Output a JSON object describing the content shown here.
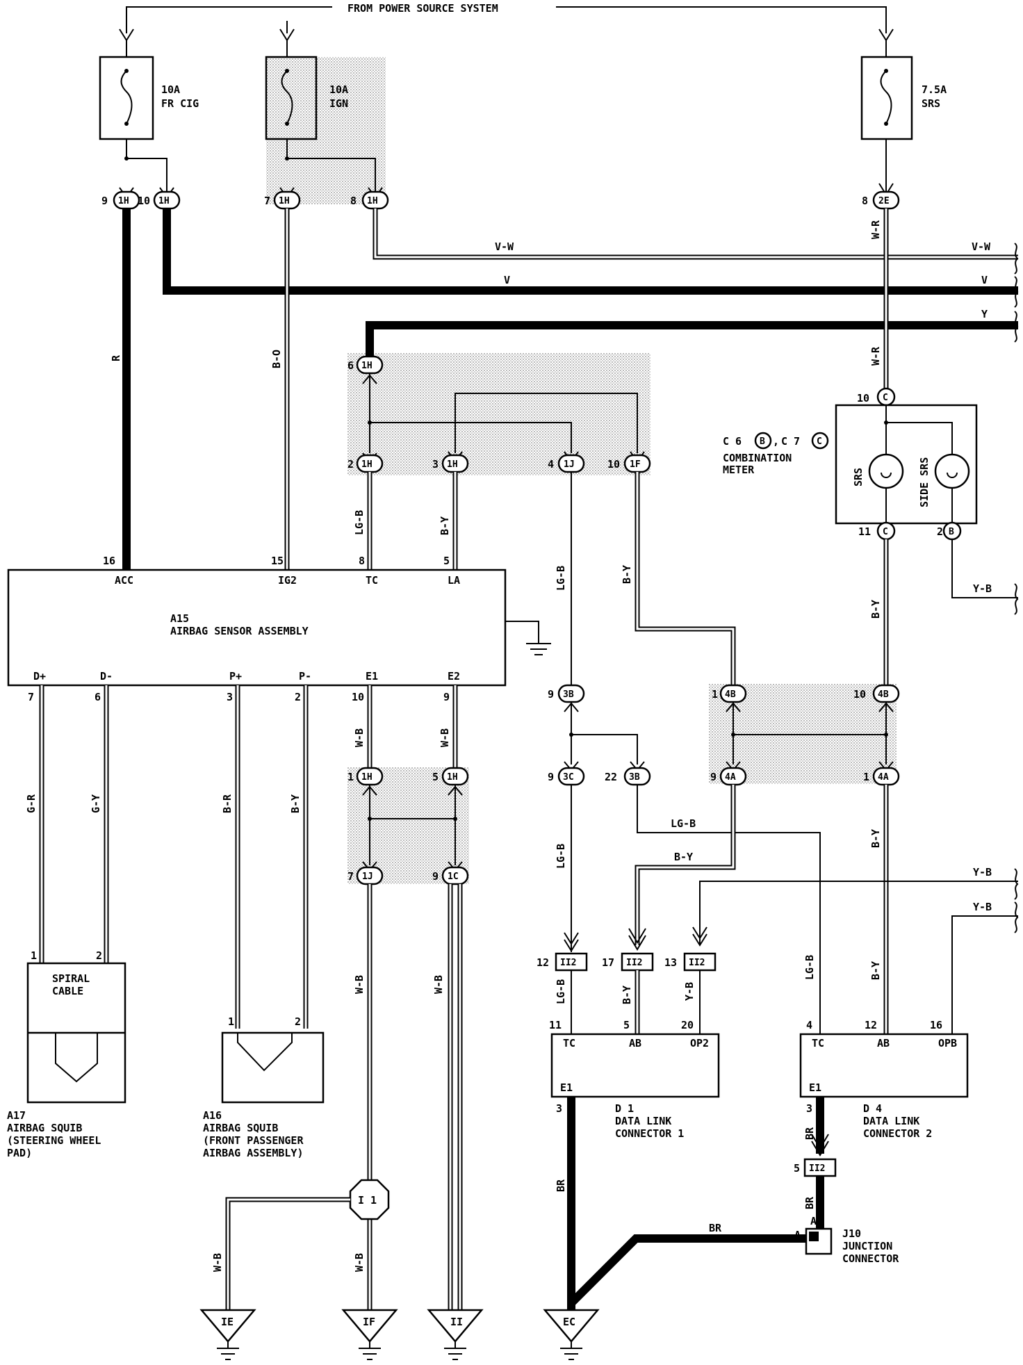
{
  "header": {
    "title": "FROM POWER SOURCE SYSTEM"
  },
  "fuses": [
    {
      "id": "fr-cig",
      "amp": "10A",
      "name": "FR CIG"
    },
    {
      "id": "ign",
      "amp": "10A",
      "name": "IGN"
    },
    {
      "id": "srs",
      "amp": "7.5A",
      "name": "SRS"
    }
  ],
  "wires": {
    "R": "R",
    "V": "V",
    "VW": "V-W",
    "Y": "Y",
    "BO": "B-O",
    "WR": "W-R",
    "LGB": "LG-B",
    "BY": "B-Y",
    "YB": "Y-B",
    "GR": "G-R",
    "GY": "G-Y",
    "BR_": "B-R",
    "WB": "W-B",
    "BR": "BR"
  },
  "junctions": {
    "j1H": "1H",
    "j2E": "2E",
    "j1J": "1J",
    "j1F": "1F",
    "j3B": "3B",
    "j3C": "3C",
    "j4B": "4B",
    "j4A": "4A",
    "j1C": "1C",
    "jC": "C",
    "jB": "B",
    "jII2": "II2",
    "jI1": "I 1"
  },
  "pins": {
    "p1": "1",
    "p2": "2",
    "p3": "3",
    "p4": "4",
    "p5": "5",
    "p6": "6",
    "p7": "7",
    "p8": "8",
    "p9": "9",
    "p10": "10",
    "p11": "11",
    "p12": "12",
    "p13": "13",
    "p15": "15",
    "p16": "16",
    "p17": "17",
    "p20": "20",
    "p22": "22",
    "pA": "A"
  },
  "airbag_sensor": {
    "code": "A15",
    "name": "AIRBAG SENSOR ASSEMBLY",
    "terminals": {
      "acc": "ACC",
      "ig2": "IG2",
      "tc": "TC",
      "la": "LA",
      "dp": "D+",
      "dm": "D-",
      "pp": "P+",
      "pm": "P-",
      "e1": "E1",
      "e2": "E2"
    }
  },
  "combination_meter": {
    "code_line_a": "C 6",
    "badge_a": "B",
    "sep": ",",
    "code_line_b": "C 7",
    "badge_b": "C",
    "name_1": "COMBINATION",
    "name_2": "METER",
    "lamp_srs": "SRS",
    "lamp_side": "SIDE SRS"
  },
  "spiral_cable": {
    "line1": "SPIRAL",
    "line2": "CABLE"
  },
  "squib_driver": {
    "code": "A17",
    "line1": "AIRBAG SQUIB",
    "line2": "(STEERING WHEEL",
    "line3": " PAD)"
  },
  "squib_passenger": {
    "code": "A16",
    "line1": "AIRBAG SQUIB",
    "line2": "(FRONT PASSENGER",
    "line3": " AIRBAG ASSEMBLY)"
  },
  "dlc1": {
    "code": "D 1",
    "line1": "DATA LINK",
    "line2": "CONNECTOR 1",
    "tc": "TC",
    "ab": "AB",
    "op": "OP2",
    "e1": "E1"
  },
  "dlc2": {
    "code": "D 4",
    "line1": "DATA LINK",
    "line2": "CONNECTOR 2",
    "tc": "TC",
    "ab": "AB",
    "op": "OPB",
    "e1": "E1"
  },
  "junction_connector": {
    "code": "J10",
    "line1": "JUNCTION",
    "line2": "CONNECTOR"
  },
  "grounds": {
    "IE": "IE",
    "IF": "IF",
    "II": "II",
    "EC": "EC"
  }
}
